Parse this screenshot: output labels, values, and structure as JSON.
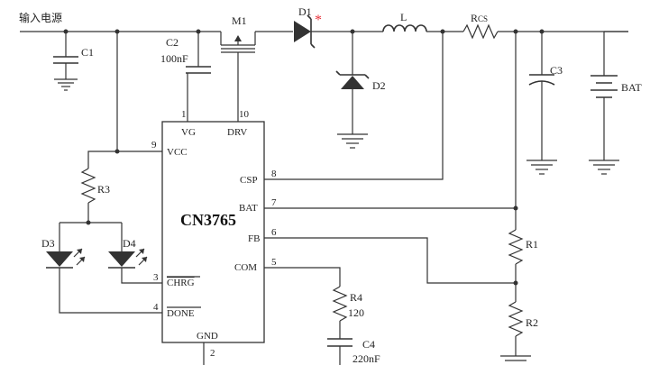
{
  "input_label": "输入电源",
  "ic": {
    "name": "CN3765",
    "pins": {
      "vg": {
        "num": "1",
        "name": "VG"
      },
      "drv": {
        "num": "10",
        "name": "DRV"
      },
      "vcc": {
        "num": "9",
        "name": "VCC"
      },
      "csp": {
        "num": "8",
        "name": "CSP"
      },
      "bat": {
        "num": "7",
        "name": "BAT"
      },
      "fb": {
        "num": "6",
        "name": "FB"
      },
      "com": {
        "num": "5",
        "name": "COM"
      },
      "chrg": {
        "num": "3",
        "name": "CHRG"
      },
      "done": {
        "num": "4",
        "name": "DONE"
      },
      "gnd": {
        "num": "2",
        "name": "GND"
      }
    }
  },
  "components": {
    "c1": "C1",
    "c2": {
      "ref": "C2",
      "value": "100nF"
    },
    "m1": "M1",
    "d1": "D1",
    "d1_mark": "*",
    "inductor": "L",
    "rcs": {
      "main": "R",
      "sub": "CS"
    },
    "d2": "D2",
    "c3": "C3",
    "bat": "BAT",
    "r3": "R3",
    "d3": "D3",
    "d4": "D4",
    "r1": "R1",
    "r2": "R2",
    "r4": {
      "ref": "R4",
      "value": "120"
    },
    "c4": {
      "ref": "C4",
      "value": "220nF"
    }
  },
  "colors": {
    "wire": "#333333",
    "mark": "#e8343c"
  }
}
